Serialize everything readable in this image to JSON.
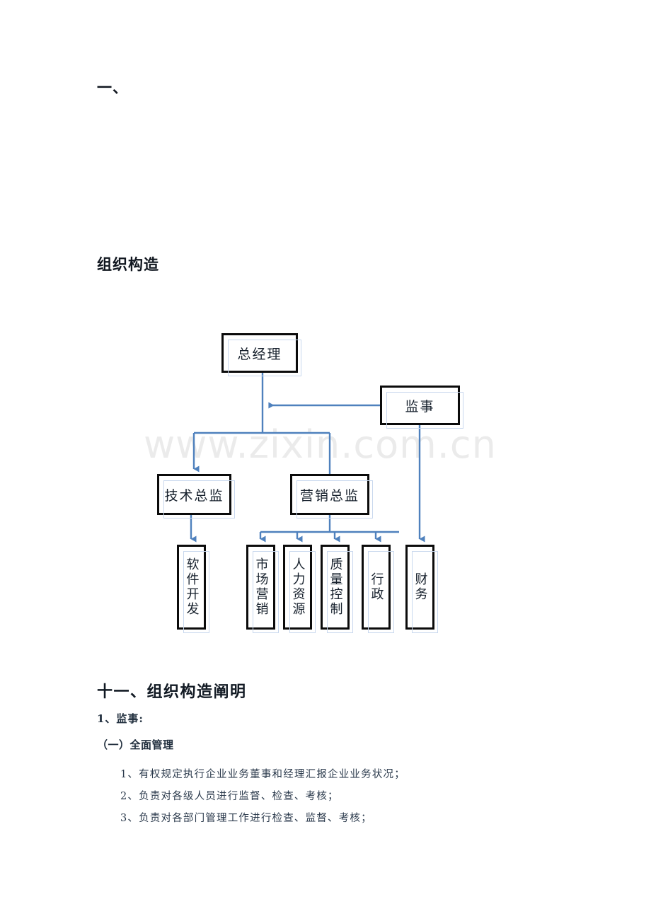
{
  "document": {
    "heading_mark": "一、",
    "section_title": "组织构造",
    "chapter_title": "十一、组织构造阐明",
    "sub_title": "1、监事:",
    "sub_title_2": "（一）全面管理",
    "list_items": [
      "1、有权规定执行企业业务董事和经理汇报企业业务状况；",
      "2、负责对各级人员进行监督、检查、考核；",
      "3、负责对各部门管理工作进行检查、监督、考核；"
    ]
  },
  "watermark": {
    "text": "www.zixin.com.cn"
  },
  "colors": {
    "connector": "#4f81bd",
    "node_border": "#0b0b0b",
    "node_shadow": "#c9d8ee",
    "text": "#16202c",
    "watermark": "#ebebeb"
  },
  "chart_data": {
    "type": "diagram",
    "title": "组织构造",
    "nodes": [
      {
        "id": "gm",
        "label": "总经理",
        "level": 1,
        "orientation": "horizontal"
      },
      {
        "id": "super",
        "label": "监事",
        "level": 1,
        "orientation": "horizontal"
      },
      {
        "id": "cto",
        "label": "技术总监",
        "level": 2,
        "orientation": "horizontal"
      },
      {
        "id": "cmo",
        "label": "营销总监",
        "level": 2,
        "orientation": "horizontal"
      },
      {
        "id": "dev",
        "label": "软件开发",
        "level": 3,
        "orientation": "vertical"
      },
      {
        "id": "marketing",
        "label": "市场营销",
        "level": 3,
        "orientation": "vertical"
      },
      {
        "id": "hr",
        "label": "人力资源",
        "level": 3,
        "orientation": "vertical"
      },
      {
        "id": "qc",
        "label": "质量控制",
        "level": 3,
        "orientation": "vertical"
      },
      {
        "id": "admin",
        "label": "行政",
        "level": 3,
        "orientation": "vertical"
      },
      {
        "id": "finance",
        "label": "财务",
        "level": 3,
        "orientation": "vertical"
      }
    ],
    "edges": [
      {
        "from": "super",
        "to": "gm",
        "arrow": true
      },
      {
        "from": "gm",
        "to": "cto",
        "arrow": true
      },
      {
        "from": "gm",
        "to": "cmo",
        "arrow": false
      },
      {
        "from": "cto",
        "to": "dev",
        "arrow": true
      },
      {
        "from": "cmo",
        "to": "marketing",
        "arrow": true
      },
      {
        "from": "cmo",
        "to": "hr",
        "arrow": true
      },
      {
        "from": "cmo",
        "to": "qc",
        "arrow": true
      },
      {
        "from": "cmo",
        "to": "admin",
        "arrow": true
      },
      {
        "from": "super",
        "to": "finance",
        "arrow": true
      }
    ]
  }
}
